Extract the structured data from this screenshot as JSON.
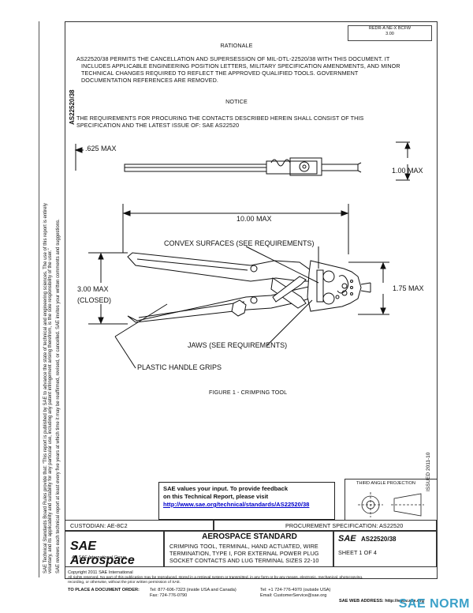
{
  "stamp": {
    "line1": "REDR-A NE-X BCFW",
    "line2": "3.00"
  },
  "rationale": {
    "heading": "RATIONALE",
    "lines": [
      "AS22520/38 PERMITS THE CANCELLATION AND SUPERSESSION OF MIL-DTL-22520/38 WITH THIS DOCUMENT. IT",
      "INCLUDES APPLICABLE ENGINEERING POSITION LETTERS, MILITARY SPECIFICATION AMENDMENTS, AND MINOR",
      "TECHNICAL CHANGES REQUIRED TO REFLECT THE APPROVED QUALIFIED TOOLS. GOVERNMENT",
      "DOCUMENTATION REFERENCES ARE REMOVED."
    ]
  },
  "notice": {
    "heading": "NOTICE",
    "lines": [
      "THE REQUIREMENTS FOR PROCURING THE CONTACTS DESCRIBED HEREIN SHALL CONSIST OF THIS",
      "SPECIFICATION AND THE LATEST ISSUE OF:  SAE AS22520"
    ]
  },
  "figure": {
    "dim_625": ".625 MAX",
    "dim_100": "1.00 MAX",
    "dim_1000": "10.00 MAX",
    "dim_300a": "3.00 MAX",
    "dim_300b": "(CLOSED)",
    "dim_175": "1.75 MAX",
    "label_convex": "CONVEX SURFACES (SEE REQUIREMENTS)",
    "label_jaws": "JAWS (SEE REQUIREMENTS)",
    "label_grips": "PLASTIC HANDLE GRIPS",
    "caption": "FIGURE 1 - CRIMPING TOOL"
  },
  "side": {
    "doc_no": "AS22520/38",
    "legal1": "SAE Technical Standards Board Rules provide that: \"This report is published by SAE to advance the state of technical and engineering sciences. The use of this report is entirely",
    "legal2": "voluntary, and its applicability and suitability for any particular use, including any patent infringement arising therefrom, is the sole responsibility of the user.\"",
    "legal3": "SAE reviews each technical report at least every five years at which time it may be reaffirmed, revised, or cancelled. SAE invites your written comments and suggestions.",
    "issued": "ISSUED 2011-10"
  },
  "feedback": {
    "line1": "SAE values your input. To provide feedback",
    "line2": "on this Technical Report, please visit",
    "link": "http://www.sae.org/technical/standards/AS22520/38"
  },
  "projection": {
    "label": "THIRD ANGLE PROJECTION"
  },
  "title_block": {
    "custodian": "CUSTODIAN: AE-8C2",
    "procurement": "PROCUREMENT SPECIFICATION: AS22520",
    "logo_main": "SAE Aerospace",
    "logo_sub": "An SAE International Group",
    "standard": "AEROSPACE STANDARD",
    "title_lines": [
      "CRIMPING TOOL, TERMINAL, HAND ACTUATED, WIRE",
      "TERMINATION, TYPE I, FOR EXTERNAL POWER PLUG",
      "SOCKET CONTACTS AND LUG TERMINAL SIZES 22-10"
    ],
    "sae_mark": "SAE",
    "doc_no": "AS22520/38",
    "sheet": "SHEET 1 OF 4"
  },
  "footer": {
    "copyright": "Copyright 2011 SAE International",
    "rights": "All rights reserved. No part of this publication may be reproduced, stored in a retrieval system or transmitted, in any form or by any means, electronic, mechanical, photocopying,",
    "rights2": "recording, or otherwise, without the prior written permission of SAE.",
    "order_label": "TO PLACE A DOCUMENT ORDER:",
    "tel1": "Tel:  877-606-7323 (inside USA and Canada)",
    "tel2": "Tel:  +1 724-776-4970 (outside USA)",
    "fax": "Fax:  724-776-0790",
    "email": "Email:  CustomerService@sae.org",
    "web": "SAE WEB ADDRESS:  http://www.sae.org"
  },
  "watermark": "SAE NORM"
}
